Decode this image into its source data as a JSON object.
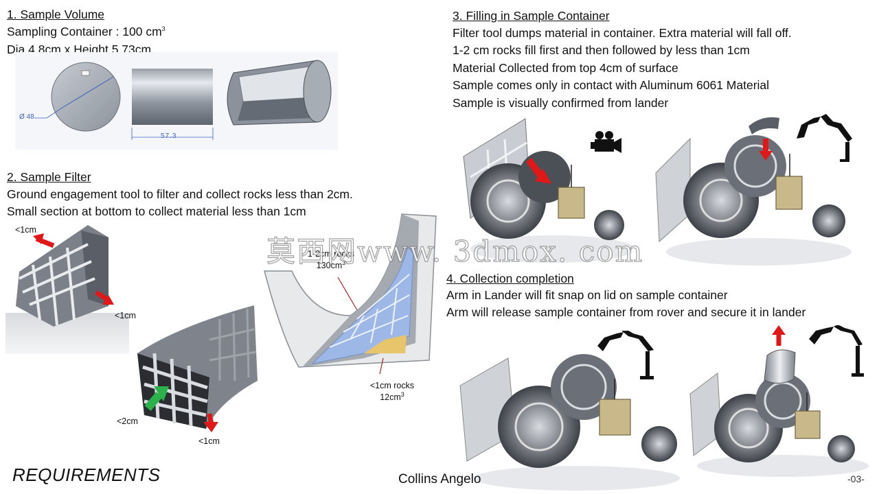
{
  "section1": {
    "heading": "1.  Sample Volume",
    "line1": "Sampling Container : 100 cm",
    "line1_sup": "3",
    "line2": "Dia 4.8cm x Height 5.73cm",
    "dim_diameter": "Ø 48",
    "dim_height": "57.3"
  },
  "section2": {
    "heading": "2.  Sample Filter",
    "line1": "Ground engagement tool to filter and collect rocks less than 2cm.",
    "line2": "Small section at bottom to collect material less than 1cm",
    "labels": {
      "lt1_a": "<1cm",
      "lt1_b": "<1cm",
      "lt2": "<2cm",
      "lt1_c": "<1cm",
      "rocks_big": "1-2cm rocks",
      "rocks_big_vol": "130cm",
      "rocks_small": "<1cm rocks",
      "rocks_small_vol": "12cm",
      "sup3": "3"
    }
  },
  "section3": {
    "heading": "3.  Filling in Sample Container",
    "lines": [
      "Filter tool dumps material in container. Extra material will fall off.",
      "1-2 cm rocks fill first and then followed by less than 1cm",
      "Material Collected from top 4cm of surface",
      "Sample comes only in contact with Aluminum 6061 Material",
      "Sample is visually confirmed from lander"
    ]
  },
  "section4": {
    "heading": "4.  Collection completion",
    "lines": [
      "Arm in Lander will fit snap on lid on sample container",
      "Arm will release  sample container from rover and secure it in lander"
    ]
  },
  "footer": {
    "title": "REQUIREMENTS",
    "author": "Collins Angelo",
    "page": "-03-"
  },
  "watermark": "莫西网www. 3dmox. com",
  "colors": {
    "arrow_red": "#e01818",
    "arrow_green": "#2bb24c",
    "small_rock_fill": "#e8c56a",
    "big_rock_fill": "#9db7e6"
  }
}
